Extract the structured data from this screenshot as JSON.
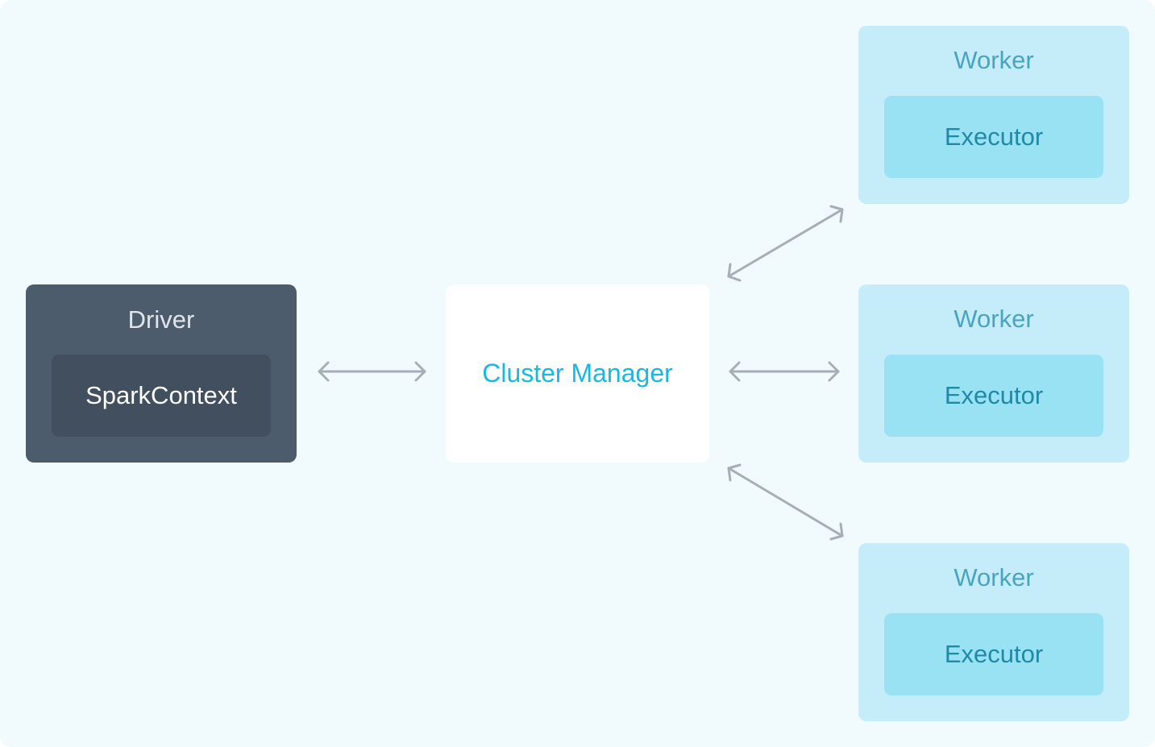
{
  "driver": {
    "title": "Driver",
    "context_label": "SparkContext"
  },
  "cluster_manager": {
    "label": "Cluster Manager"
  },
  "workers": [
    {
      "title": "Worker",
      "executor_label": "Executor"
    },
    {
      "title": "Worker",
      "executor_label": "Executor"
    },
    {
      "title": "Worker",
      "executor_label": "Executor"
    }
  ],
  "colors": {
    "background": "#f1fafd",
    "driver": "#4d5c6c",
    "driver_inner": "#414f5f",
    "manager_text": "#18b9e1",
    "worker": "#c4ecf9",
    "executor": "#99e2f4",
    "arrow": "#a8aeb6"
  }
}
